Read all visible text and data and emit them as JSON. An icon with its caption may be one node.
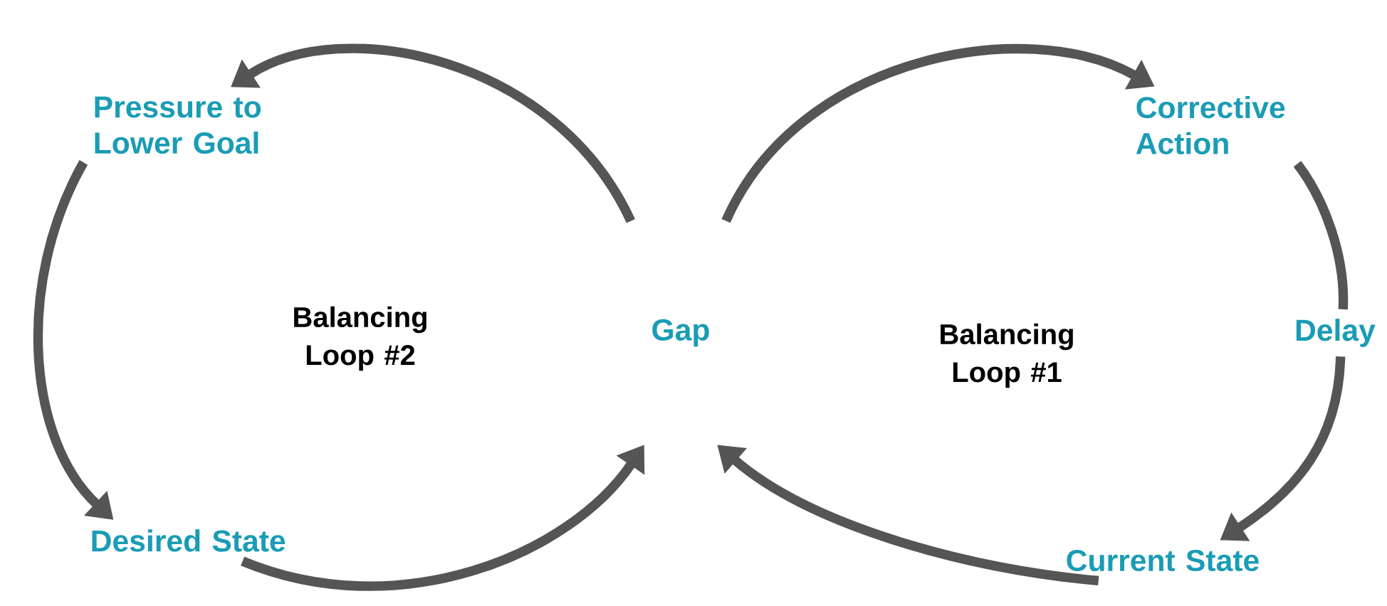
{
  "diagram": {
    "nodes": [
      {
        "text": [
          "Pressure to Lower Goal"
        ]
      },
      {
        "text": [
          "Corrective Action"
        ]
      },
      {
        "text": [
          "Gap"
        ]
      },
      {
        "text": [
          "Delay"
        ]
      },
      {
        "text": [
          "Current State"
        ]
      },
      {
        "text": [
          "Desired State"
        ]
      }
    ],
    "edges": [
      {
        "from": 2,
        "to": 0,
        "arrow": "to"
      },
      {
        "from": 2,
        "to": 1,
        "arrow": "to"
      },
      {
        "from": 1,
        "to": 3,
        "arrow": "none"
      },
      {
        "from": 3,
        "to": 4,
        "arrow": "to"
      },
      {
        "from": 4,
        "to": 2,
        "arrow": "to"
      },
      {
        "from": 0,
        "to": 5,
        "arrow": "to"
      },
      {
        "from": 5,
        "to": 2,
        "arrow": "to"
      }
    ],
    "labels": [
      "Balancing Loop #2",
      "Balancing Loop #1"
    ]
  }
}
